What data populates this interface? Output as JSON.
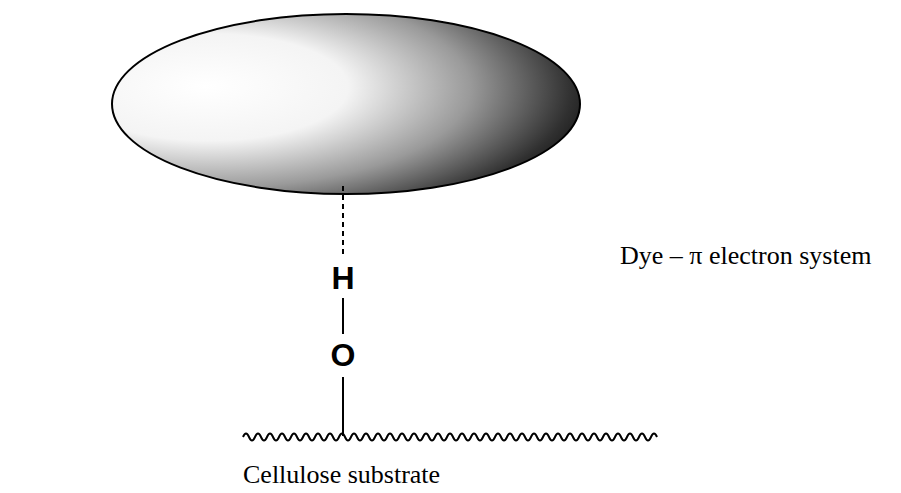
{
  "diagram": {
    "labels": [
      "Dye – π electron system",
      "H",
      "O",
      "Cellulose substrate"
    ]
  }
}
